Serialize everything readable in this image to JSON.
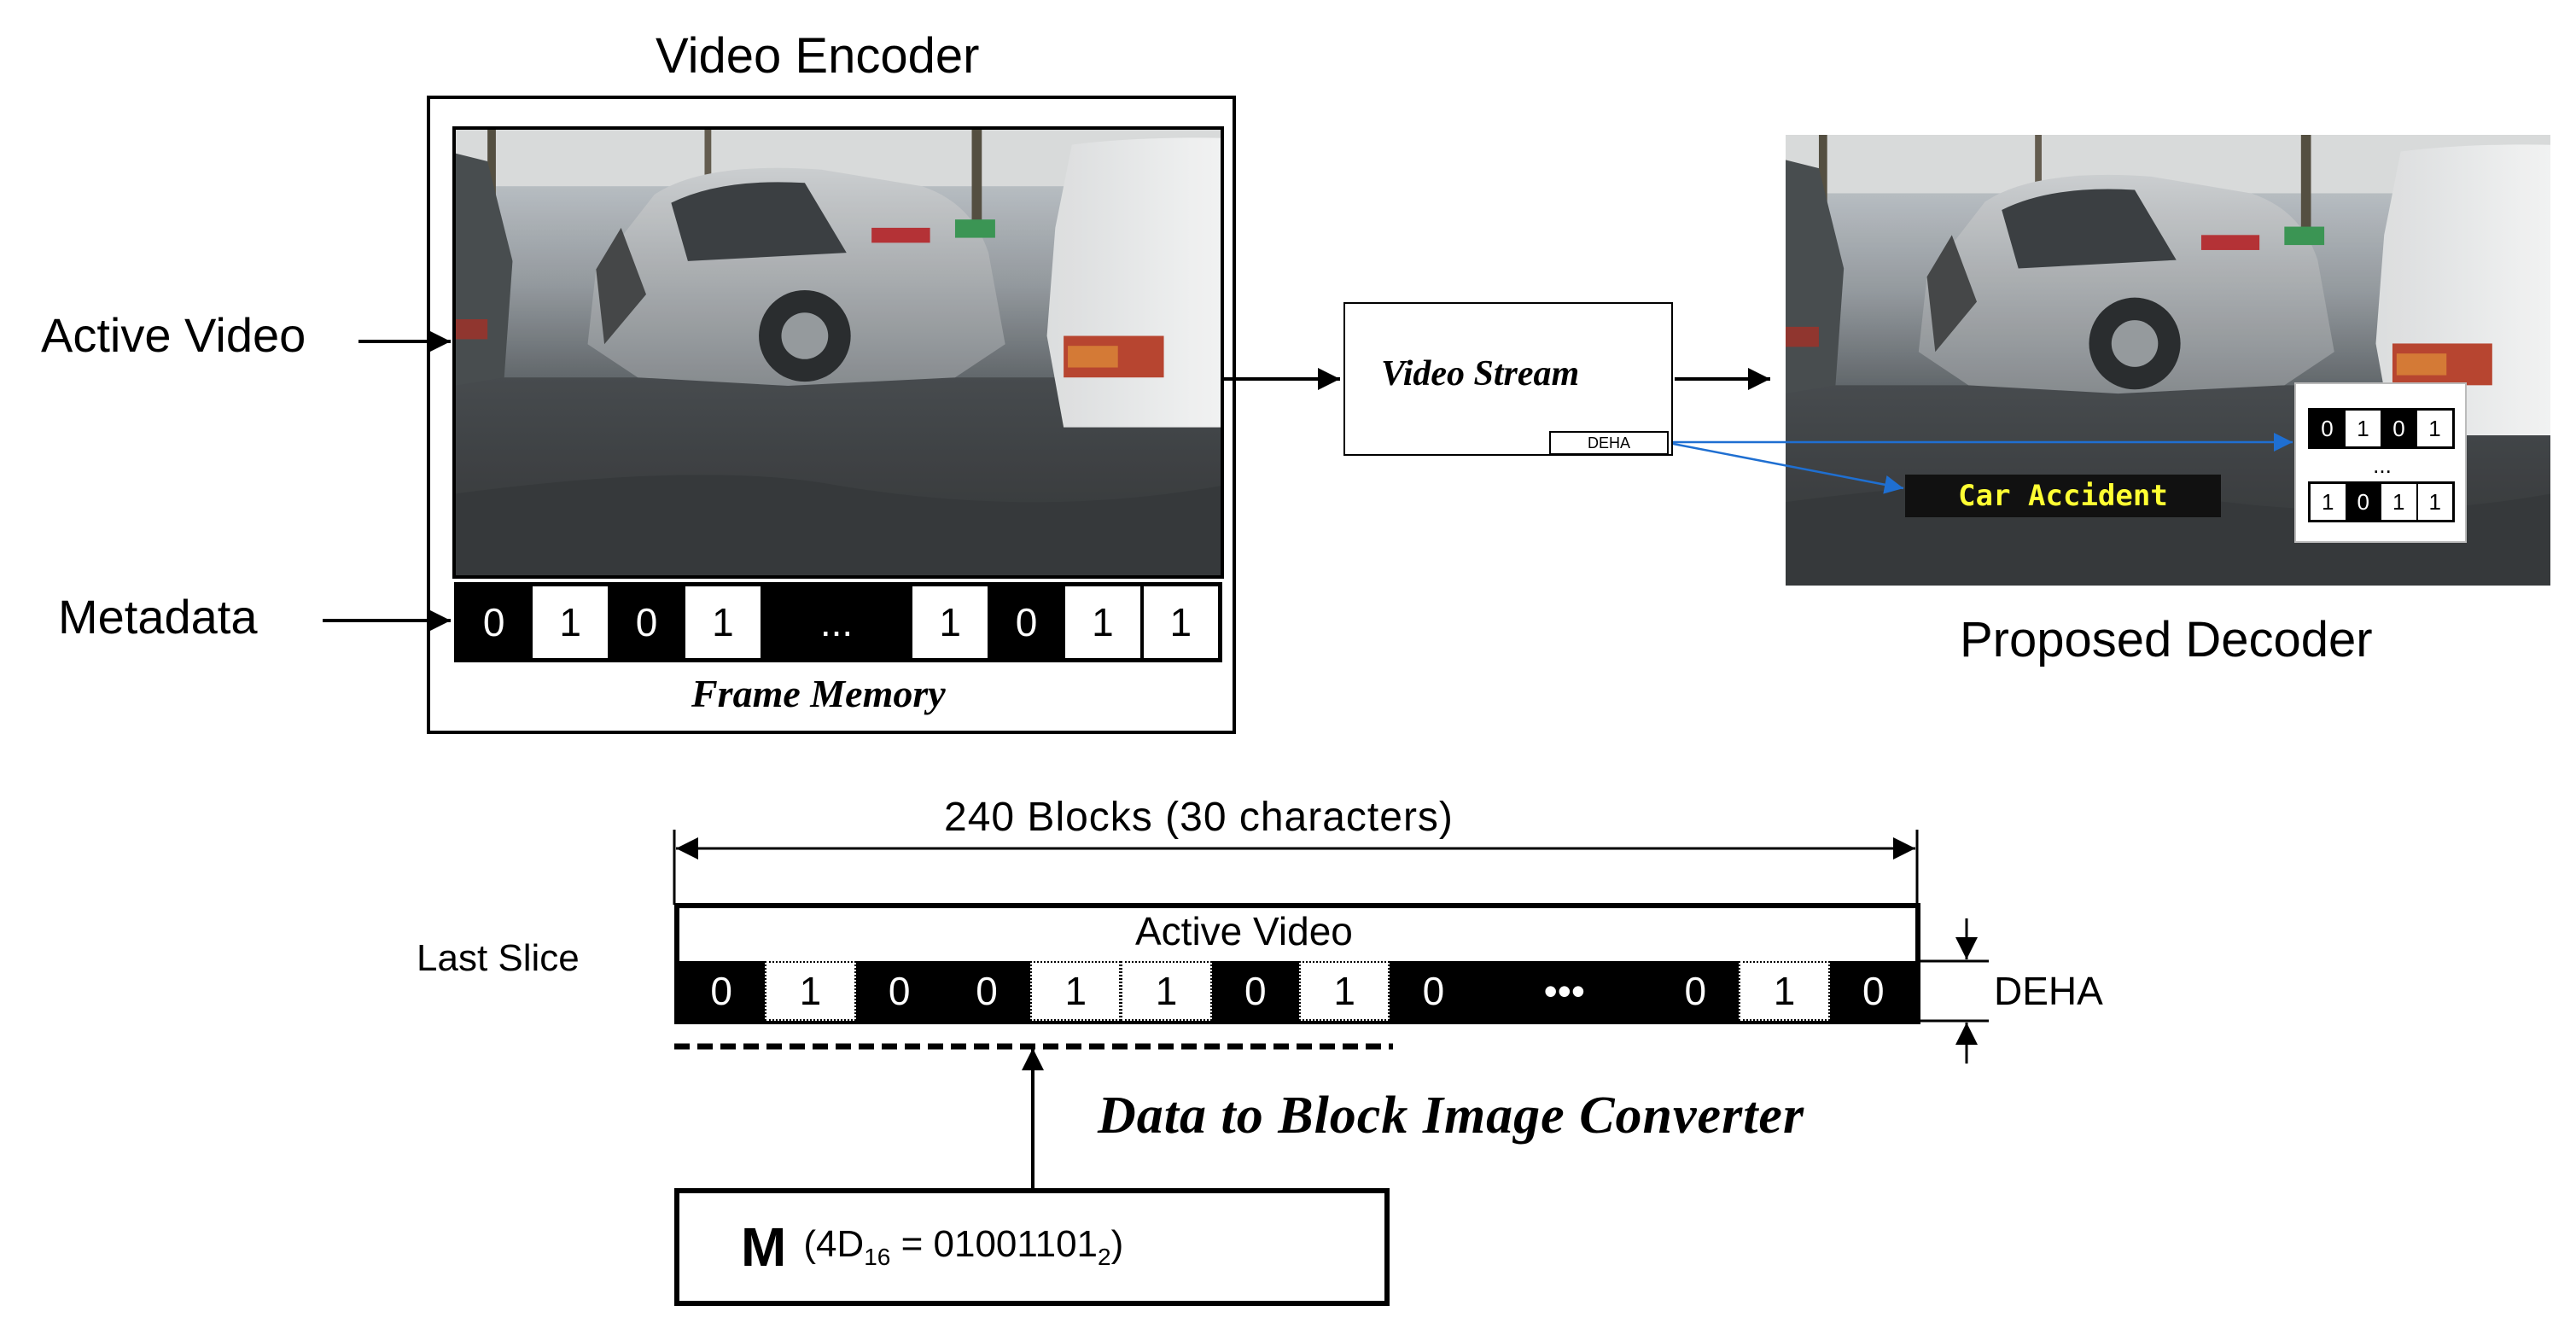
{
  "encoder": {
    "title": "Video Encoder",
    "frame_memory_label": "Frame Memory",
    "bits": [
      "0",
      "1",
      "0",
      "1",
      "...",
      "1",
      "0",
      "1",
      "1"
    ]
  },
  "inputs": {
    "active_video": "Active Video",
    "metadata": "Metadata"
  },
  "stream": {
    "label": "Video Stream",
    "tag": "DEHA"
  },
  "decoder": {
    "title": "Proposed Decoder",
    "caption_text": "Car Accident",
    "overlay_row1": [
      "0",
      "1",
      "0",
      "1"
    ],
    "overlay_mid": "...",
    "overlay_row2": [
      "1",
      "0",
      "1",
      "1"
    ]
  },
  "slice": {
    "span_label": "240 Blocks (30 characters)",
    "active_video_label": "Active Video",
    "last_slice_label": "Last Slice",
    "deha_label": "DEHA",
    "bits": [
      "0",
      "1",
      "0",
      "0",
      "1",
      "1",
      "0",
      "1",
      "0",
      "•••",
      "0",
      "1",
      "0"
    ],
    "converter_label": "Data to Block Image Converter"
  },
  "m_box": {
    "symbol": "M",
    "open": "(4D",
    "sub16": "16",
    "eq": " = 01001101",
    "sub2": "2",
    "close": ")"
  },
  "colors": {
    "arrow_blue": "#1f6fd1",
    "caption_yellow": "#ffff33"
  }
}
